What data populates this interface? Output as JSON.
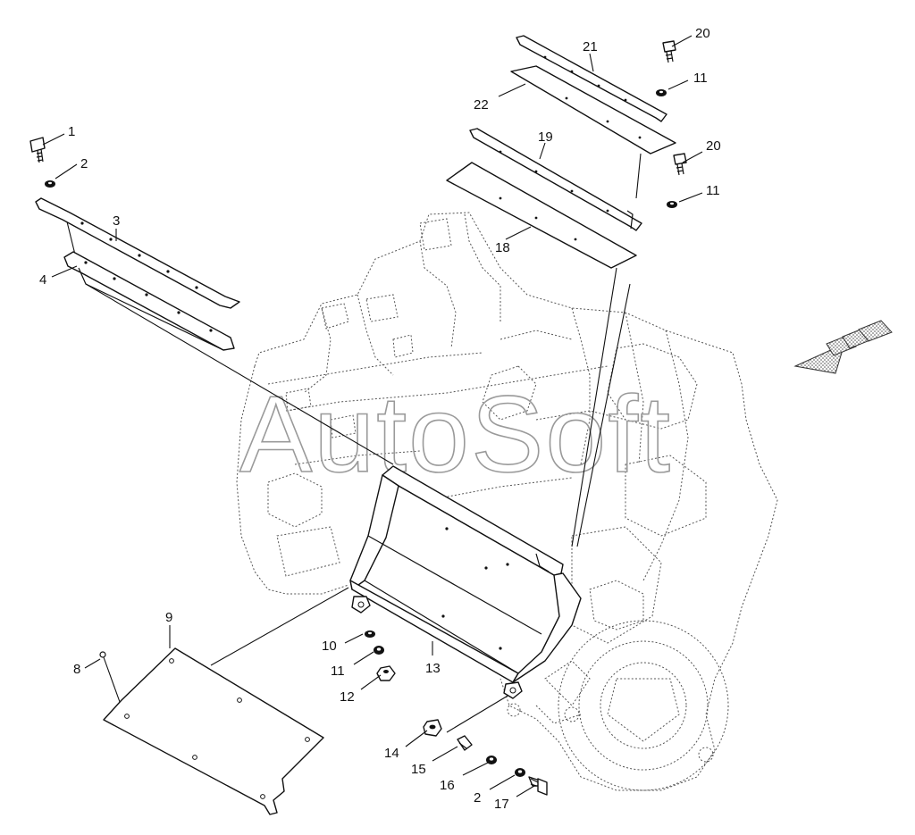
{
  "diagram": {
    "watermark": "AutoSoft",
    "callouts": [
      "1",
      "2",
      "3",
      "4",
      "8",
      "9",
      "10",
      "11",
      "12",
      "13",
      "14",
      "15",
      "16",
      "2",
      "17",
      "18",
      "19",
      "20",
      "11",
      "21",
      "22",
      "20",
      "11"
    ]
  }
}
